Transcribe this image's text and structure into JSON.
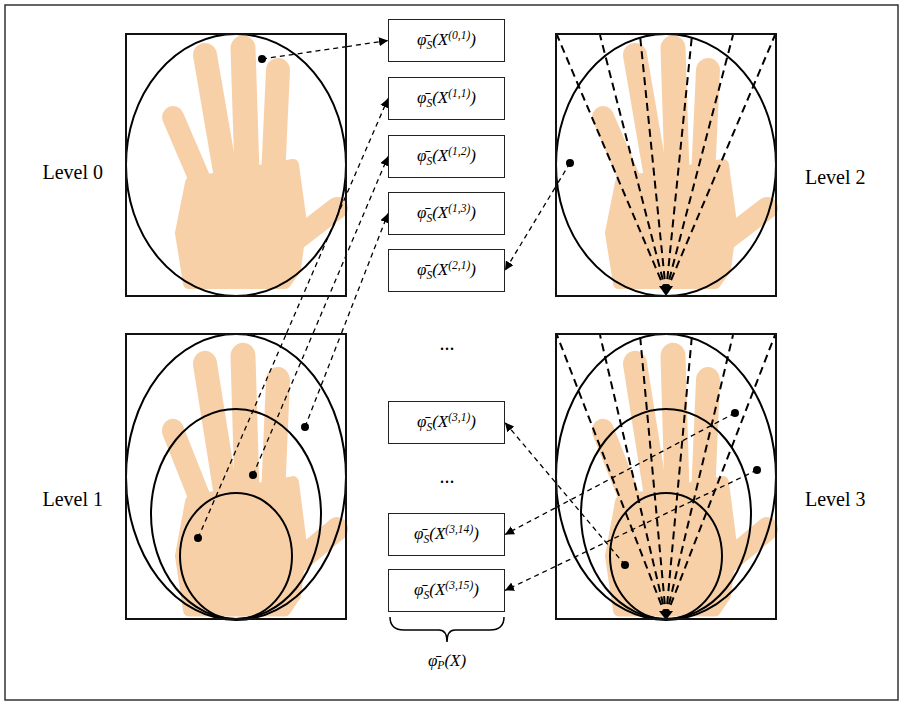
{
  "diagram": {
    "nodes": [
      {
        "text": [
          "Level 0"
        ]
      },
      {
        "text": [
          "Level 1"
        ]
      },
      {
        "text": [
          "Level 2"
        ]
      },
      {
        "text": [
          "Level 3"
        ]
      },
      {
        "text": [
          "φ̄S(X(0,1))"
        ]
      },
      {
        "text": [
          "φ̄S(X(1,1))"
        ]
      },
      {
        "text": [
          "φ̄S(X(1,2))"
        ]
      },
      {
        "text": [
          "φ̄S(X(1,3))"
        ]
      },
      {
        "text": [
          "φ̄S(X(2,1))"
        ]
      },
      {
        "text": [
          "φ̄S(X(3,1))"
        ]
      },
      {
        "text": [
          "φ̄S(X(3,14))"
        ]
      },
      {
        "text": [
          "φ̄S(X(3,15))"
        ]
      }
    ],
    "edges": [
      {
        "from": 0,
        "to": 4,
        "arrow": "to"
      },
      {
        "from": 1,
        "to": 5,
        "arrow": "to"
      },
      {
        "from": 1,
        "to": 6,
        "arrow": "to"
      },
      {
        "from": 1,
        "to": 7,
        "arrow": "to"
      },
      {
        "from": 2,
        "to": 8,
        "arrow": "to"
      },
      {
        "from": 3,
        "to": 9,
        "arrow": "to"
      },
      {
        "from": 3,
        "to": 10,
        "arrow": "to"
      },
      {
        "from": 3,
        "to": 11,
        "arrow": "to"
      }
    ],
    "labels": [
      "...",
      "...",
      "φ̄P(X)"
    ]
  }
}
